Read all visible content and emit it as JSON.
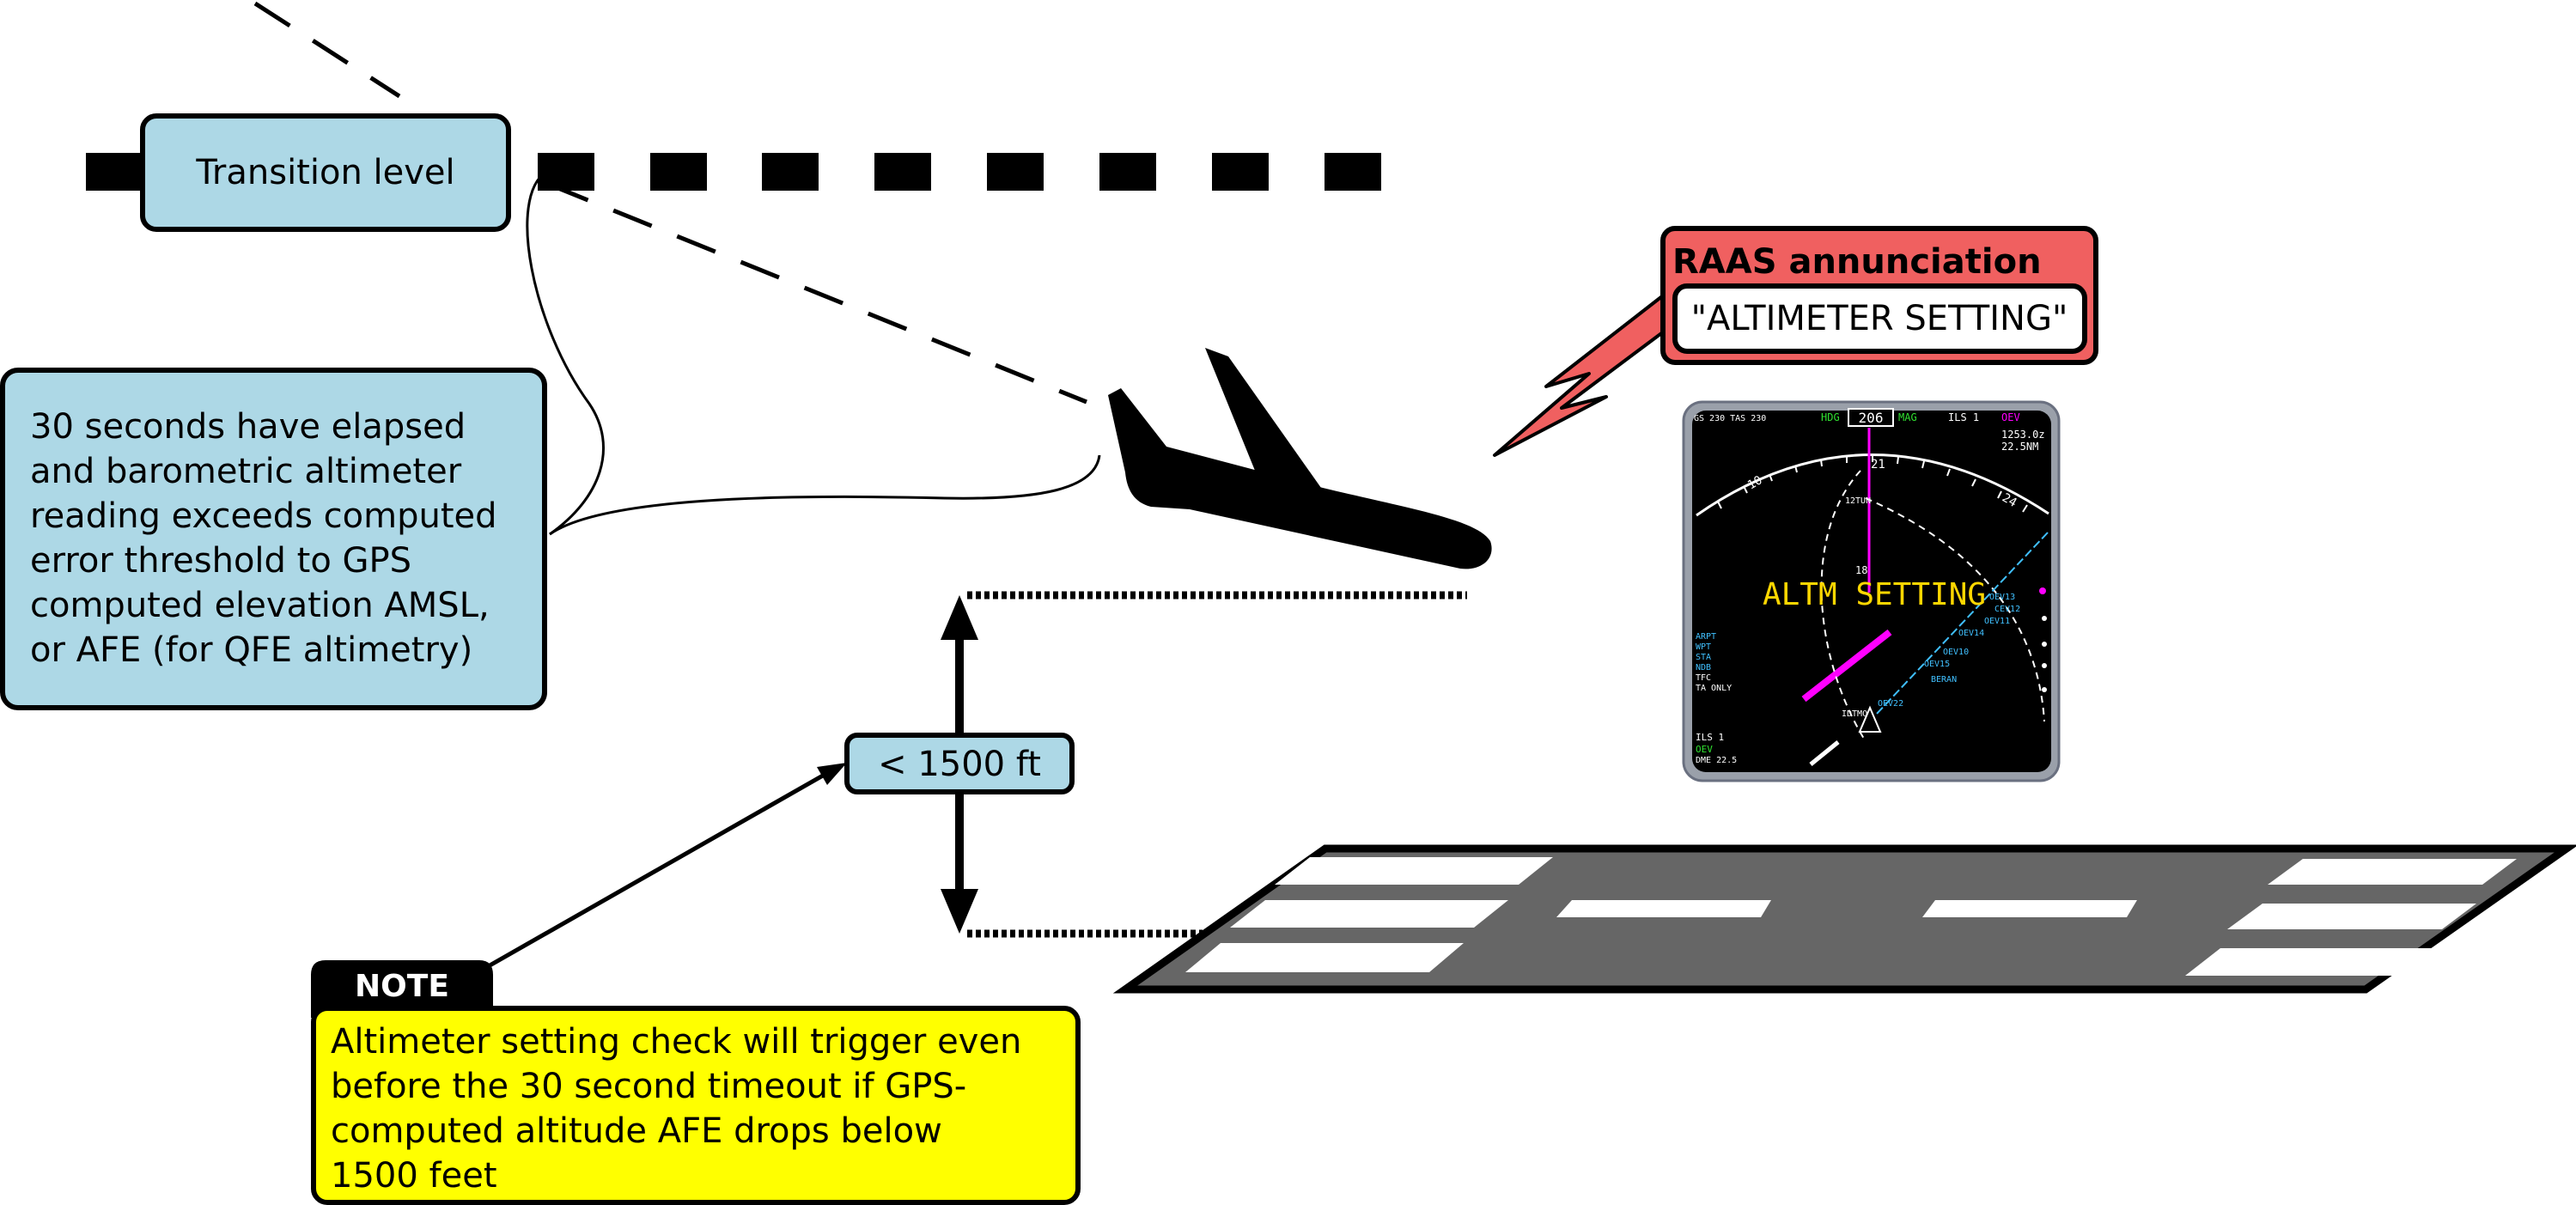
{
  "transition_level": {
    "label": "Transition level"
  },
  "condition_box": {
    "lines": [
      "30 seconds have elapsed",
      "and barometric altimeter",
      "reading exceeds computed",
      "error threshold to GPS",
      "computed elevation AMSL,",
      "or AFE (for QFE altimetry)"
    ]
  },
  "altitude_label": {
    "text": "< 1500 ft"
  },
  "note": {
    "tab_label": "NOTE",
    "lines": [
      "Altimeter setting check will trigger even",
      "before the 30 second timeout if GPS-",
      "computed altitude AFE drops below",
      "1500 feet"
    ]
  },
  "raas": {
    "title": "RAAS annunciation",
    "callout": "\"ALTIMETER SETTING\""
  },
  "nd_display": {
    "alert": "ALTM SETTING",
    "heading_label": "HDG",
    "heading_value": "206",
    "mag_label": "MAG",
    "ils_label": "ILS 1",
    "waypoint": "OEV",
    "time": "1253.0z",
    "distance": "22.5NM",
    "left_top": "GS 230  TAS 230",
    "bottom_left_1": "ILS 1",
    "bottom_left_2": "OEV",
    "bottom_left_3": "DME 22.5",
    "left_labels": [
      "ARPT",
      "WPT",
      "STA",
      "NDB",
      "TFC",
      "TA ONLY"
    ],
    "compass_10": "10",
    "compass_21": "21",
    "compass_24": "24",
    "compass_18": "18",
    "label_12tun": "12TUN",
    "fixes": [
      "OEV13",
      "CEV12",
      "OEV11",
      "OEV14",
      "OEV10",
      "OEV15",
      "BERAN",
      "OEV22",
      "IDTMO"
    ]
  },
  "colors": {
    "box_fill": "#add8e6",
    "note_fill": "#ffff00",
    "raas_fill": "#f06060",
    "runway_fill": "#666666",
    "nd_background": "#000000",
    "nd_alert": "#ffd700",
    "nd_magenta": "#ff00ff",
    "nd_cyan": "#40c0ff",
    "nd_green": "#30e030"
  },
  "icons": [
    "aircraft-icon",
    "lightning-bolt-icon",
    "double-arrow-icon"
  ]
}
